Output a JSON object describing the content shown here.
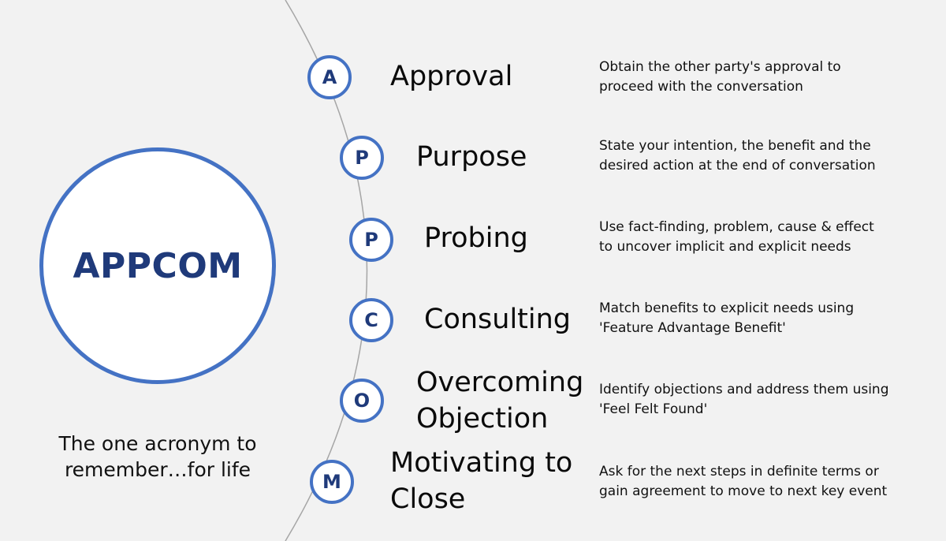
{
  "center": {
    "title": "APPCOM",
    "tagline_line1": "The one acronym to",
    "tagline_line2": "remember…for life"
  },
  "steps": [
    {
      "letter": "A",
      "term_lines": [
        "Approval"
      ],
      "desc_lines": [
        "Obtain the other party's approval to",
        "proceed with the conversation"
      ]
    },
    {
      "letter": "P",
      "term_lines": [
        "Purpose"
      ],
      "desc_lines": [
        "State your intention, the benefit and the",
        "desired action at the end of conversation"
      ]
    },
    {
      "letter": "P",
      "term_lines": [
        "Probing"
      ],
      "desc_lines": [
        "Use fact-finding, problem, cause & effect",
        "to uncover implicit and explicit needs"
      ]
    },
    {
      "letter": "C",
      "term_lines": [
        "Consulting"
      ],
      "desc_lines": [
        "Match benefits to explicit needs using",
        "'Feature Advantage Benefit'"
      ]
    },
    {
      "letter": "O",
      "term_lines": [
        "Overcoming",
        "Objection"
      ],
      "desc_lines": [
        "Identify objections and address them using",
        "'Feel Felt Found'"
      ]
    },
    {
      "letter": "M",
      "term_lines": [
        "Motivating to",
        "Close"
      ],
      "desc_lines": [
        "Ask for the next steps in definite terms or",
        "gain agreement to move to next key event"
      ]
    }
  ],
  "colors": {
    "accent": "#4472c4",
    "letter_text": "#1f3a7a",
    "background": "#f2f2f2",
    "arc": "#a6a6a6"
  }
}
